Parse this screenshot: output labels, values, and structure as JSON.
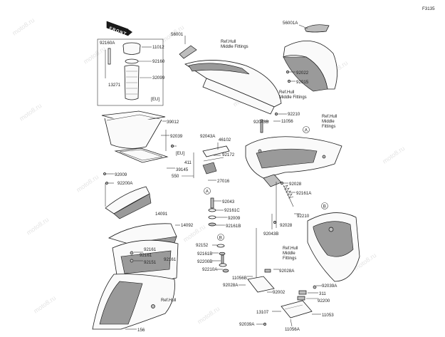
{
  "figure_code": "F3135",
  "front_label": "FRONT",
  "watermark": "moto8.ru",
  "ref_notes": {
    "hull_middle_fittings": [
      "Ref.Hull",
      "Middle Fittings"
    ],
    "hull_middle_fittings_right": [
      "Ref.Hull",
      "Middle",
      "Fittings"
    ],
    "hull": "Ref.Hull"
  },
  "callouts": {
    "a": "A",
    "b": "B"
  },
  "part_numbers": {
    "p56001": "56001",
    "p56001a": "56001A",
    "p92160a": "92160A",
    "p11012": "11012",
    "p92160": "92160",
    "p32099": "32099",
    "p13271": "13271",
    "eu1": "[EU]",
    "p92022": "92022",
    "p92015": "92015",
    "p39012": "39012",
    "p92039_left": "92039",
    "eu2": "[EU]",
    "p92043b_top": "92043B",
    "p92210_top": "92210",
    "p11056_top": "11056",
    "p92043a": "92043A",
    "p46102": "46102",
    "p92172": "92172",
    "p411": "411",
    "p550": "550",
    "p27016": "27016",
    "p39145": "39145",
    "p92009_left": "92009",
    "p92200a": "92200A",
    "p92028_r1": "92028",
    "p92161a": "92161A",
    "p92043": "92043",
    "p92161c": "92161C",
    "p92009_mid": "92009",
    "p92161b_1": "92161B",
    "p92210_right": "92210",
    "p92028_r2": "92028",
    "p92043b_bottom": "92043B",
    "p14091": "14091",
    "p14092": "14092",
    "p92161_1": "92161",
    "p92161_2": "92161",
    "p92151": "92151",
    "p92161_3": "92161",
    "p92152": "92152",
    "p92161b_2": "92161B",
    "p92200b": "92200B",
    "p92210a": "92210A",
    "p92028a_1": "92028A",
    "p11056b": "11056B",
    "p92028a_2": "92028A",
    "p92002": "92002",
    "p92039a_top": "92039A",
    "p311": "311",
    "p92200": "92200",
    "p13107": "13107",
    "p11053": "11053",
    "p92039a_bottom": "92039A",
    "p11056a": "11056A",
    "p156": "156"
  }
}
